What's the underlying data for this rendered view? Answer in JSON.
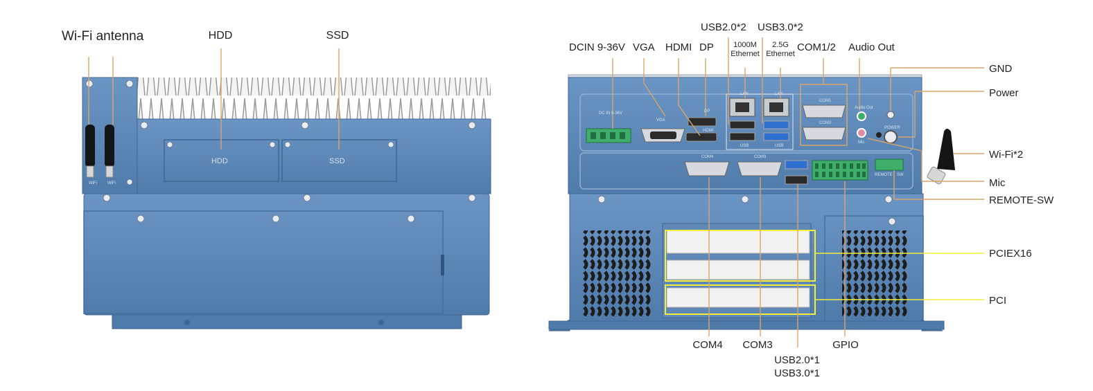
{
  "front_labels": {
    "wifi_antenna": "Wi-Fi antenna",
    "hdd": "HDD",
    "ssd": "SSD"
  },
  "front_panel_text": {
    "hdd_tray": "HDD",
    "ssd_tray": "SSD",
    "wifi_left": "WiFi",
    "wifi_right": "WiFi"
  },
  "rear_top_labels": {
    "dcin": "DCIN 9-36V",
    "vga": "VGA",
    "hdmi": "HDMI",
    "dp": "DP",
    "usb20x2": "USB2.0*2",
    "usb30x2": "USB3.0*2",
    "eth1000_line1": "1000M",
    "eth1000_line2": "Ethernet",
    "eth25_line1": "2.5G",
    "eth25_line2": "Ethernet",
    "com12": "COM1/2",
    "audio_out": "Audio Out"
  },
  "rear_right_labels": {
    "gnd": "GND",
    "power": "Power",
    "wifi2": "Wi-Fi*2",
    "mic": "Mic",
    "remote_sw": "REMOTE-SW",
    "pciex16": "PCIEX16",
    "pci": "PCI"
  },
  "rear_bottom_labels": {
    "com4": "COM4",
    "com3": "COM3",
    "usb_line1": "USB2.0*1",
    "usb_line2": "USB3.0*1",
    "gpio": "GPIO"
  },
  "rear_panel_text": {
    "dcin_print": "DC IN 9-36V",
    "vga_print": "VGA",
    "hdmi_print": "HDMI",
    "dp_print": "DP",
    "lan_print": "LAN",
    "usb_print": "USB",
    "com1_print": "COM1",
    "com2_print": "COM2",
    "com4_print": "COM4",
    "com3_print": "COM3",
    "audio_print": "Audio Out",
    "mic_print": "Mic",
    "power_print": "POWER",
    "remote_print": "REMOTE",
    "sw_print": "SW"
  },
  "colors": {
    "chassis": "#5b87b8",
    "chassis_dark": "#4a74a3",
    "callout_orange": "#d9a56a",
    "callout_yellow": "#f2ee3a",
    "terminal_green": "#3fae6a"
  }
}
